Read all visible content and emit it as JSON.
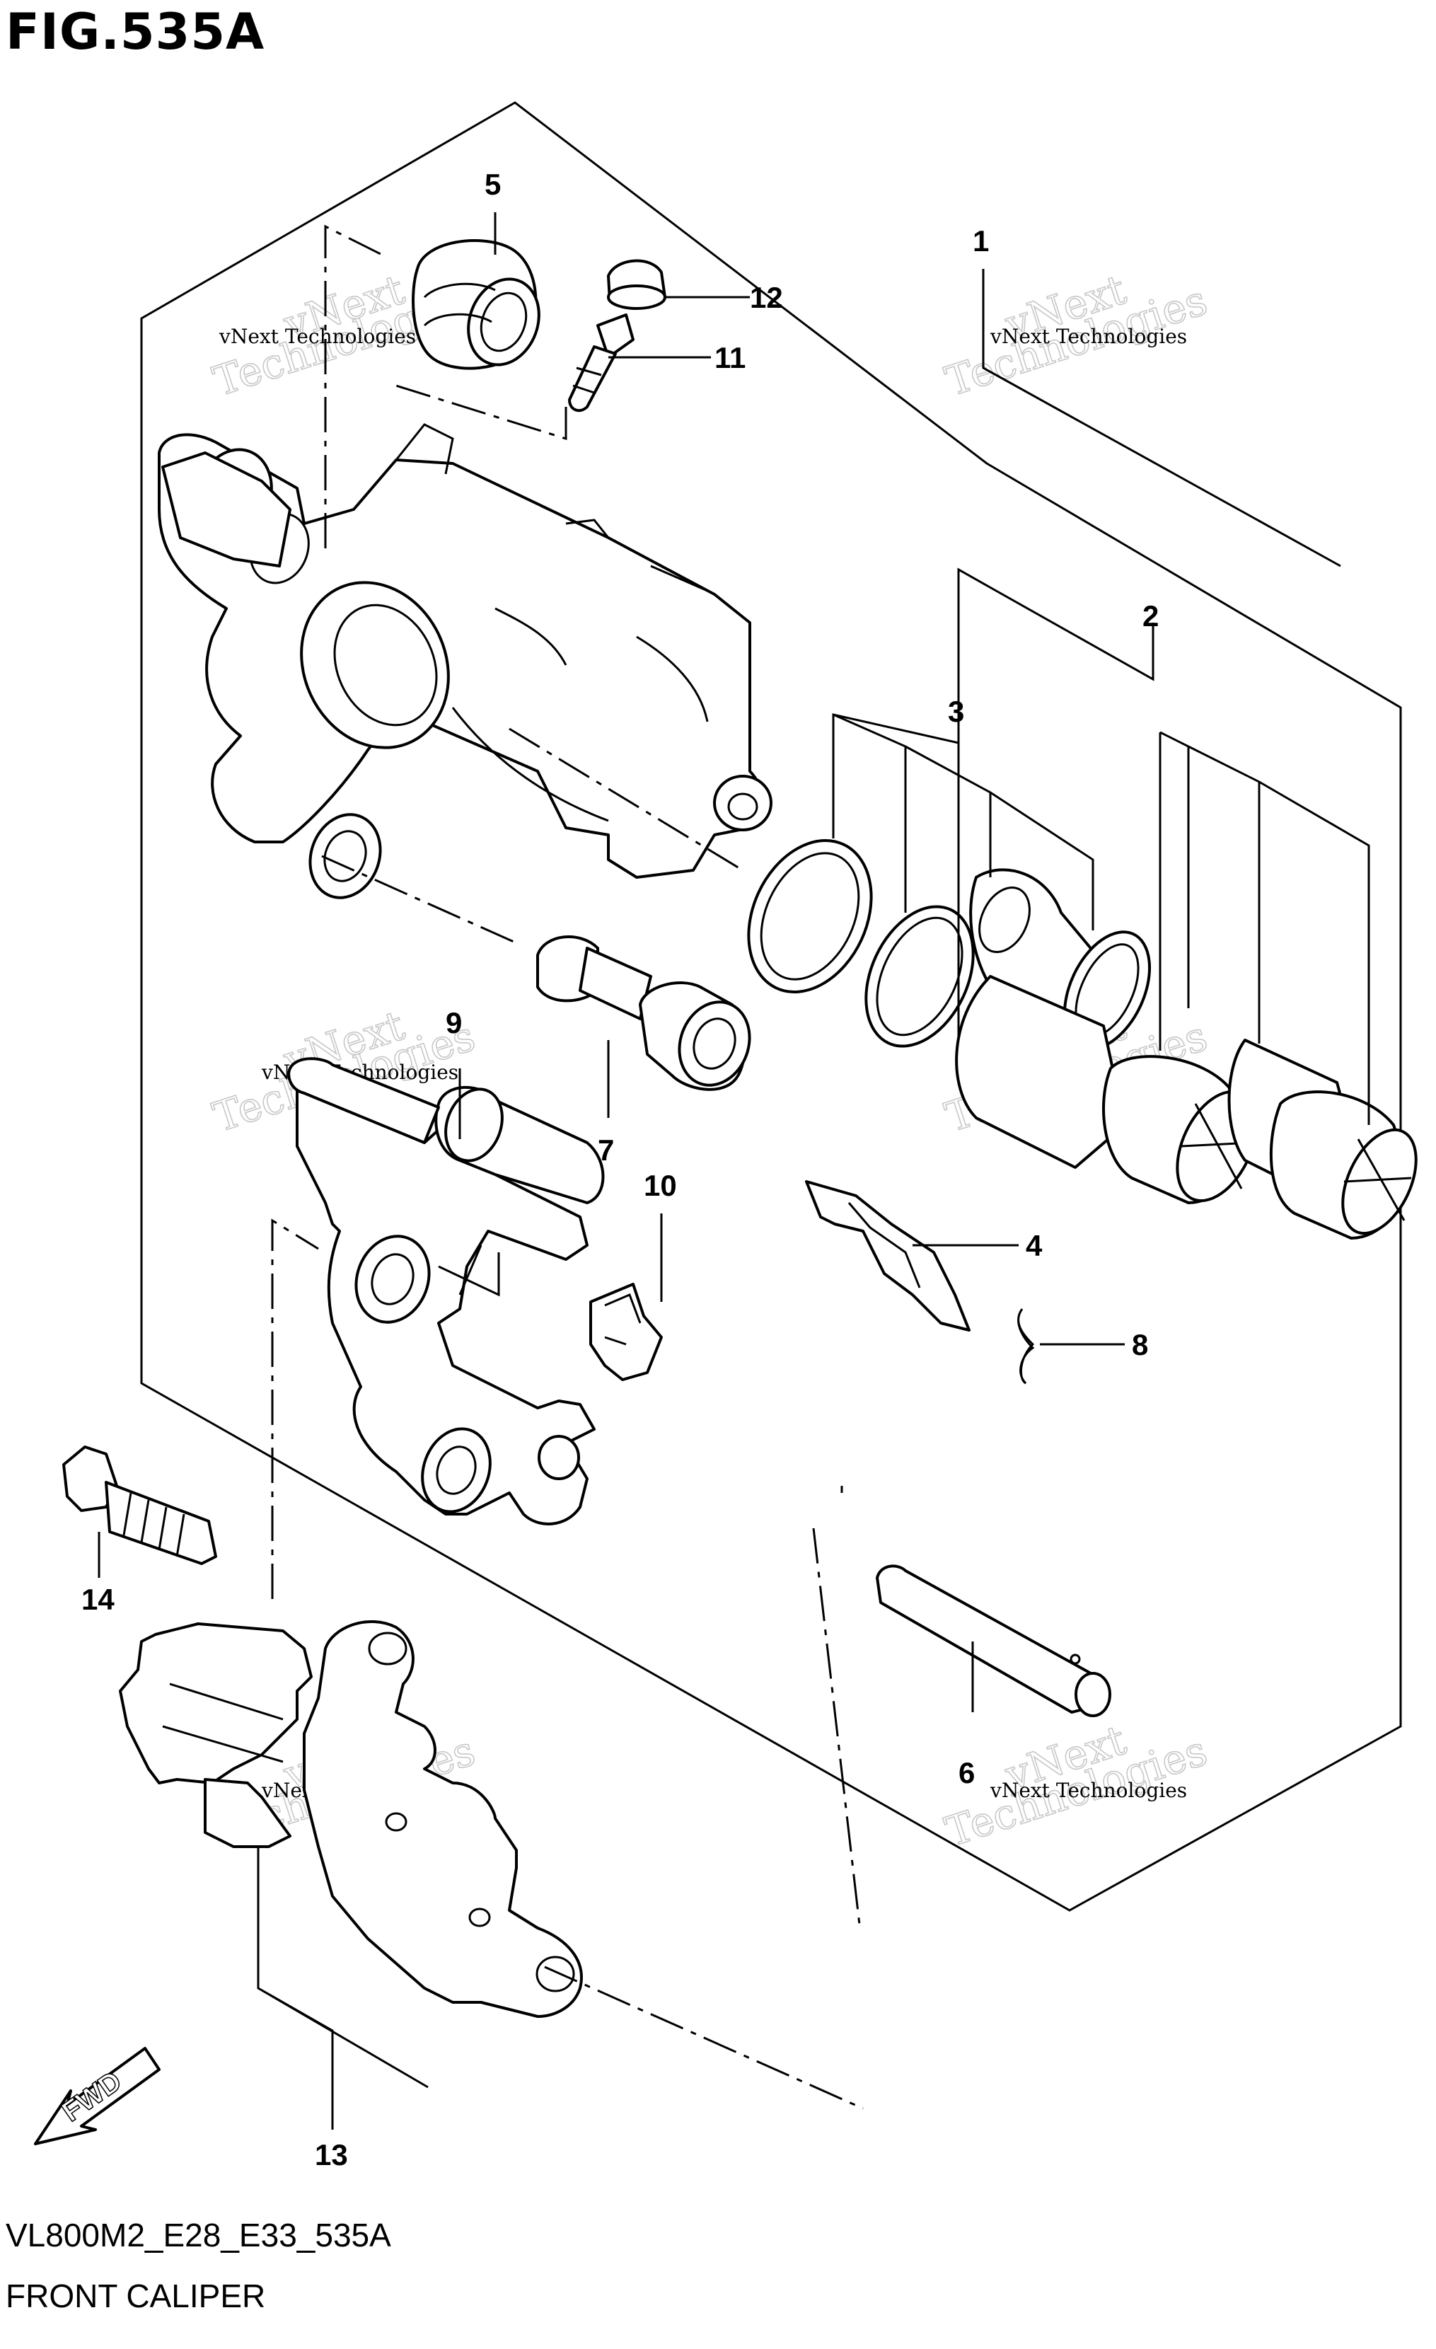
{
  "title": "FIG.535A",
  "diagram_code": "VL800M2_E28_E33_535A",
  "subtitle": "FRONT CALIPER",
  "watermark": {
    "line1": "vNext Technologies",
    "big_a": "vNext",
    "big_b": "Technologies"
  },
  "fwd_label": "FWD",
  "callouts": {
    "c1": "1",
    "c2": "2",
    "c3": "3",
    "c4": "4",
    "c5": "5",
    "c6": "6",
    "c7": "7",
    "c8": "8",
    "c9": "9",
    "c10": "10",
    "c11": "11",
    "c12": "12",
    "c13": "13",
    "c14": "14"
  }
}
